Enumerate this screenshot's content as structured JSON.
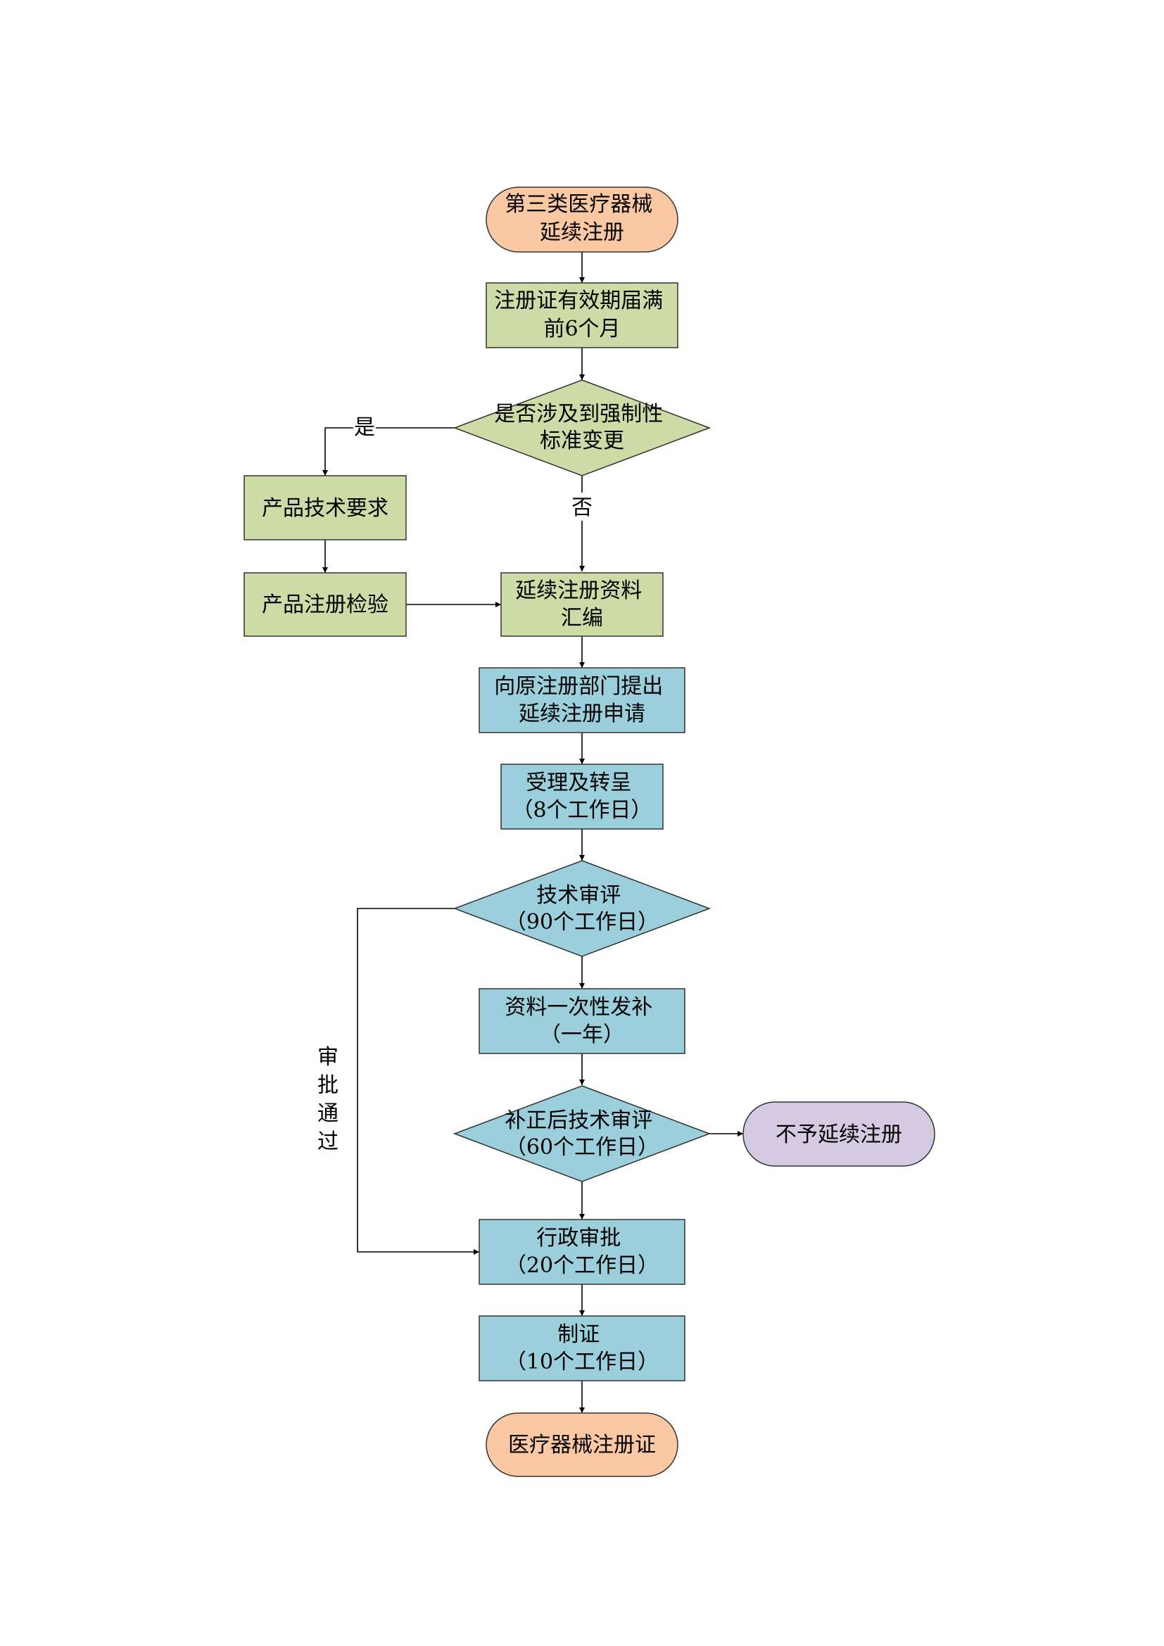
{
  "colors": {
    "terminal": "#fac8a2",
    "green": "#cddba6",
    "blue": "#9bcfdc",
    "purple": "#d4cbe2",
    "stroke": "#333333",
    "line": "#000000"
  },
  "nodes": {
    "start": {
      "lines": [
        "第三类医疗器械",
        "延续注册"
      ]
    },
    "six_months": {
      "lines": [
        "注册证有效期届满",
        "前6个月"
      ]
    },
    "std_change": {
      "lines": [
        "是否涉及到强制性",
        "标准变更"
      ]
    },
    "prod_req": {
      "lines": [
        "产品技术要求"
      ]
    },
    "prod_test": {
      "lines": [
        "产品注册检验"
      ]
    },
    "compile": {
      "lines": [
        "延续注册资料",
        "汇编"
      ]
    },
    "submit": {
      "lines": [
        "向原注册部门提出",
        "延续注册申请"
      ]
    },
    "accept": {
      "lines": [
        "受理及转呈",
        "（8个工作日）"
      ]
    },
    "tech_review": {
      "lines": [
        "技术审评",
        "（90个工作日）"
      ]
    },
    "supplement": {
      "lines": [
        "资料一次性发补",
        "（一年）"
      ]
    },
    "re_review": {
      "lines": [
        "补正后技术审评",
        "（60个工作日）"
      ]
    },
    "reject": {
      "lines": [
        "不予延续注册"
      ]
    },
    "admin": {
      "lines": [
        "行政审批",
        "（20个工作日）"
      ]
    },
    "certify": {
      "lines": [
        "制证",
        "（10个工作日）"
      ]
    },
    "end": {
      "lines": [
        "医疗器械注册证"
      ]
    }
  },
  "edge_labels": {
    "yes": "是",
    "no": "否",
    "approved": "审批通过"
  }
}
